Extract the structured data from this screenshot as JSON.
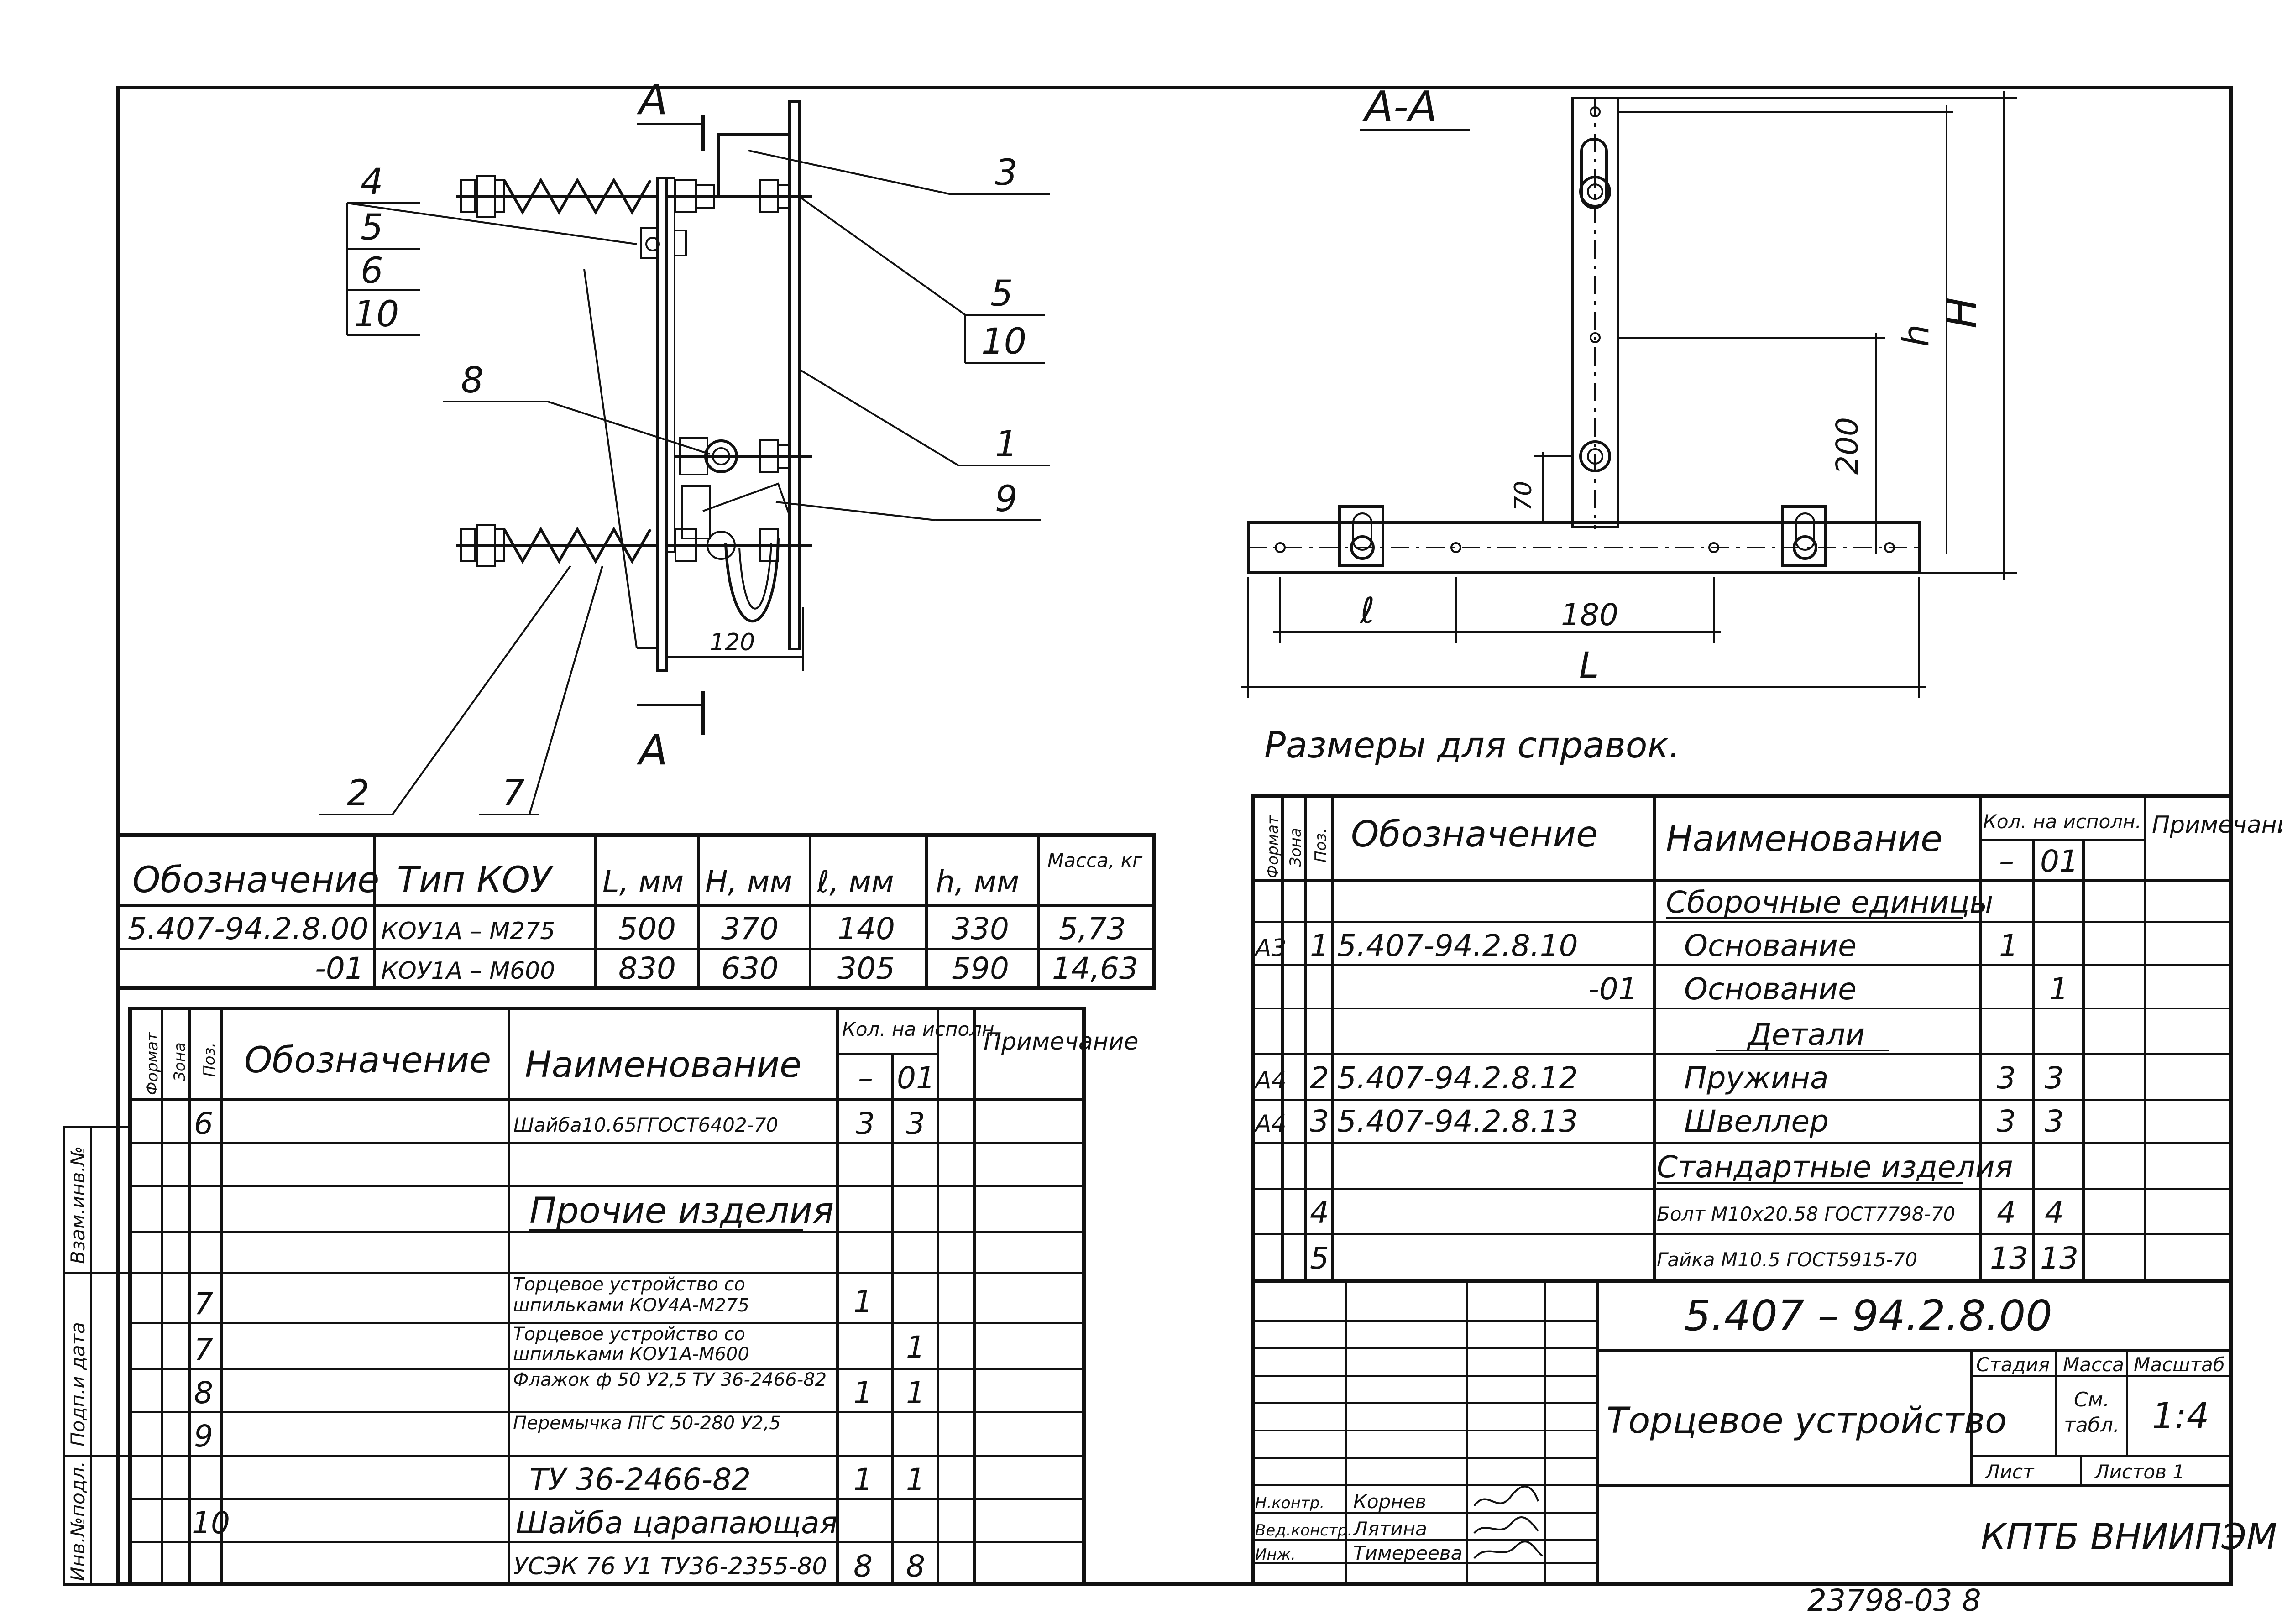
{
  "view_labels": {
    "section_mark": "A",
    "section_title": "А-А"
  },
  "left_view": {
    "callouts": [
      "4",
      "5",
      "6",
      "10",
      "3",
      "5",
      "10",
      "8",
      "1",
      "9",
      "2",
      "7"
    ],
    "dim_120": "120"
  },
  "right_view": {
    "dims": {
      "H": "H",
      "h": "h",
      "d200": "200",
      "d70": "70",
      "l": "ℓ",
      "d180": "180",
      "L": "L"
    },
    "note": "Размеры для справок."
  },
  "variants_table": {
    "headers": [
      "Обозначение",
      "Тип КОУ",
      "L, мм",
      "H, мм",
      "ℓ, мм",
      "h, мм",
      "Масса, кг"
    ],
    "rows": [
      [
        "5.407-94.2.8.00",
        "КОУ1А – М275",
        "500",
        "370",
        "140",
        "330",
        "5,73"
      ],
      [
        "-01",
        "КОУ1А – М600",
        "830",
        "630",
        "305",
        "590",
        "14,63"
      ]
    ]
  },
  "spec_left": {
    "headers": {
      "format": "Формат",
      "zone": "Зона",
      "pos": "Поз.",
      "designation": "Обозначение",
      "name": "Наименование",
      "qty": "Кол. на исполн.",
      "q_dash": "–",
      "q_01": "01",
      "note": "Примечание"
    },
    "rows": [
      {
        "pos": "6",
        "name": "Шайба10.65ГГОСТ6402-70",
        "q0": "3",
        "q1": "3"
      },
      {
        "pos": "",
        "name": "",
        "q0": "",
        "q1": ""
      },
      {
        "pos": "",
        "name": "Прочие изделия",
        "q0": "",
        "q1": ""
      },
      {
        "pos": "",
        "name": "",
        "q0": "",
        "q1": ""
      },
      {
        "pos": "7",
        "name": "Торцевое устройство со шпильками КОУ4А-М275",
        "q0": "1",
        "q1": ""
      },
      {
        "pos": "7",
        "name": "Торцевое устройство со шпильками КОУ1А-М600",
        "q0": "",
        "q1": "1"
      },
      {
        "pos": "8",
        "name": "Флажок ф 50 У2,5 ТУ 36-2466-82",
        "q0": "1",
        "q1": "1"
      },
      {
        "pos": "9",
        "name": "Перемычка ПГС 50-280 У2,5",
        "q0": "",
        "q1": ""
      },
      {
        "pos": "",
        "name": "ТУ 36-2466-82",
        "q0": "1",
        "q1": "1"
      },
      {
        "pos": "10",
        "name": "Шайба царапающая",
        "q0": "",
        "q1": ""
      },
      {
        "pos": "",
        "name": "УСЭК 76 У1 ТУ36-2355-80",
        "q0": "8",
        "q1": "8"
      }
    ],
    "side_labels": [
      "Взам.инв.№",
      "Подп.и дата",
      "Инв.№подл."
    ]
  },
  "spec_right": {
    "headers": {
      "format": "Формат",
      "zone": "Зона",
      "pos": "Поз.",
      "designation": "Обозначение",
      "name": "Наименование",
      "qty": "Кол. на исполн.",
      "q_dash": "–",
      "q_01": "01",
      "note": "Примечание"
    },
    "rows": [
      {
        "fmt": "",
        "pos": "",
        "des": "",
        "name": "Сборочные единицы",
        "q0": "",
        "q1": ""
      },
      {
        "fmt": "А3",
        "pos": "1",
        "des": "5.407-94.2.8.10",
        "name": "Основание",
        "q0": "1",
        "q1": ""
      },
      {
        "fmt": "",
        "pos": "",
        "des": "-01",
        "name": "Основание",
        "q0": "",
        "q1": "1"
      },
      {
        "fmt": "",
        "pos": "",
        "des": "",
        "name": "Детали",
        "q0": "",
        "q1": ""
      },
      {
        "fmt": "А4",
        "pos": "2",
        "des": "5.407-94.2.8.12",
        "name": "Пружина",
        "q0": "3",
        "q1": "3"
      },
      {
        "fmt": "А4",
        "pos": "3",
        "des": "5.407-94.2.8.13",
        "name": "Швеллер",
        "q0": "3",
        "q1": "3"
      },
      {
        "fmt": "",
        "pos": "",
        "des": "",
        "name": "Стандартные изделия",
        "q0": "",
        "q1": ""
      },
      {
        "fmt": "",
        "pos": "4",
        "des": "",
        "name": "Болт М10х20.58 ГОСТ7798-70",
        "q0": "4",
        "q1": "4"
      },
      {
        "fmt": "",
        "pos": "5",
        "des": "",
        "name": "Гайка М10.5 ГОСТ5915-70",
        "q0": "13",
        "q1": "13"
      }
    ]
  },
  "title_block": {
    "doc_number": "5.407 – 94.2.8.00",
    "title": "Торцевое устройство",
    "stage_label": "Стадия",
    "mass_label": "Масса",
    "scale_label": "Масштаб",
    "mass_value": "См. табл.",
    "scale_value": "1:4",
    "sheet_label": "Лист",
    "sheets_label": "Листов 1",
    "org": "КПТБ ВНИИПЭМ",
    "people": [
      {
        "role": "Н.контр.",
        "name": "Корнев"
      },
      {
        "role": "Вед.констр.",
        "name": "Лятина"
      },
      {
        "role": "Инж.",
        "name": "Тимереева"
      }
    ]
  },
  "footer_number": "23798-03 8"
}
